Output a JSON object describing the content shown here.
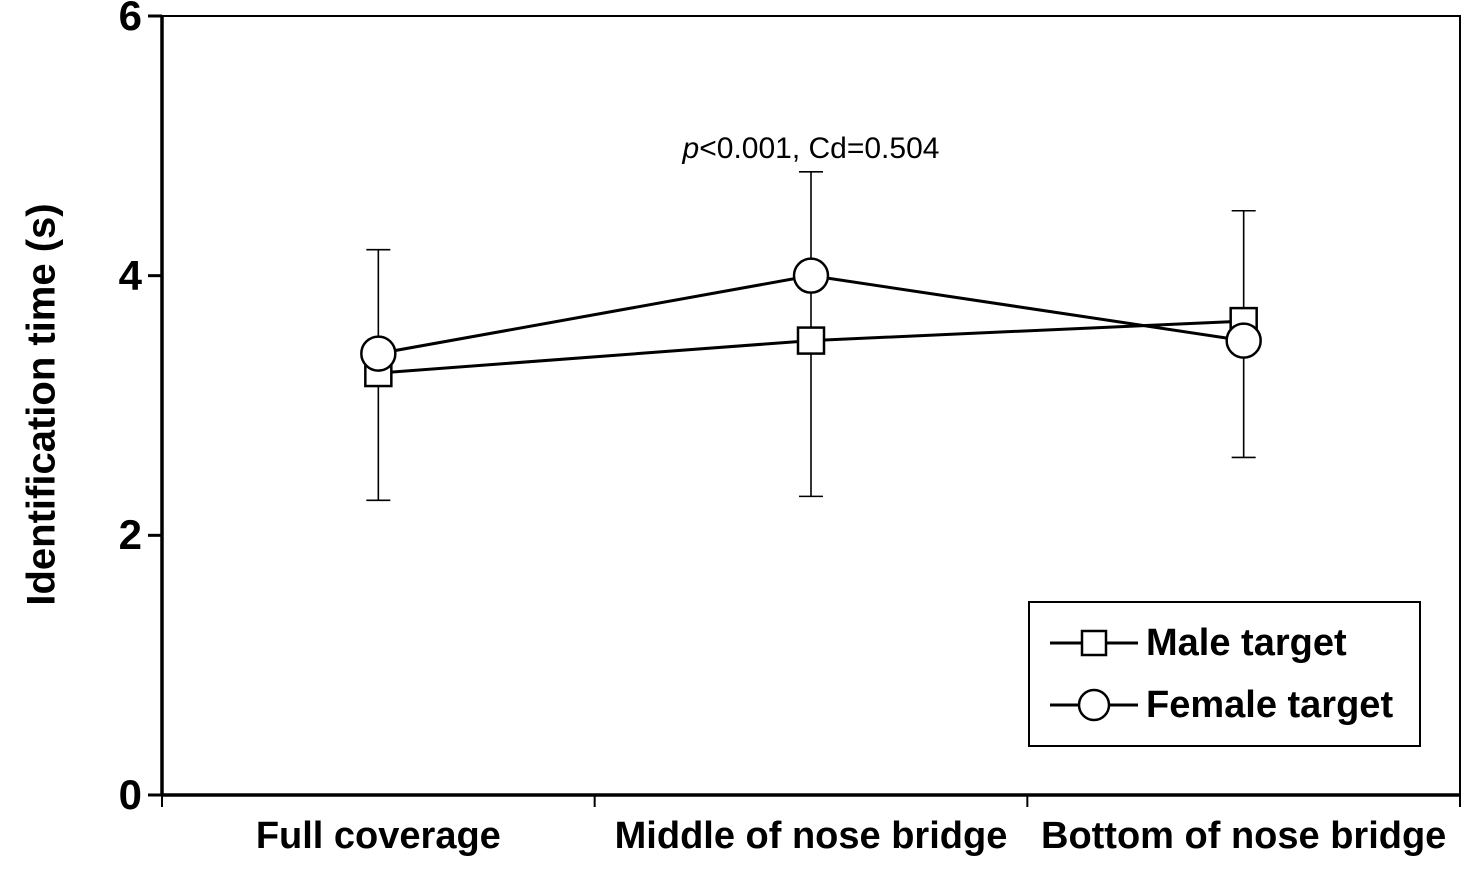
{
  "chart_data": {
    "type": "line",
    "title": "",
    "xlabel": "",
    "ylabel": "Identification time (s)",
    "ylim": [
      0,
      6
    ],
    "yticks": [
      0,
      2,
      4,
      6
    ],
    "grid": false,
    "legend_position": "lower right",
    "categories": [
      "Full coverage",
      "Middle of nose bridge",
      "Bottom of nose bridge"
    ],
    "series": [
      {
        "name": "Male target",
        "marker": "square",
        "values": [
          3.25,
          3.5,
          3.65
        ]
      },
      {
        "name": "Female target",
        "marker": "circle",
        "values": [
          3.4,
          4.0,
          3.5
        ]
      }
    ],
    "error_bars": [
      {
        "category": "Full coverage",
        "high": 4.2,
        "low": 2.27
      },
      {
        "category": "Middle of nose bridge",
        "high": 4.8,
        "low": 2.3
      },
      {
        "category": "Bottom of nose bridge",
        "high": 4.5,
        "low": 2.6
      }
    ],
    "annotation": {
      "prefix_italic": "p",
      "rest": "<0.001, Cd=0.504",
      "category_index": 1
    },
    "colors": {
      "line": "#000000",
      "marker_fill": "#ffffff",
      "axis": "#000000",
      "background": "#ffffff"
    }
  }
}
